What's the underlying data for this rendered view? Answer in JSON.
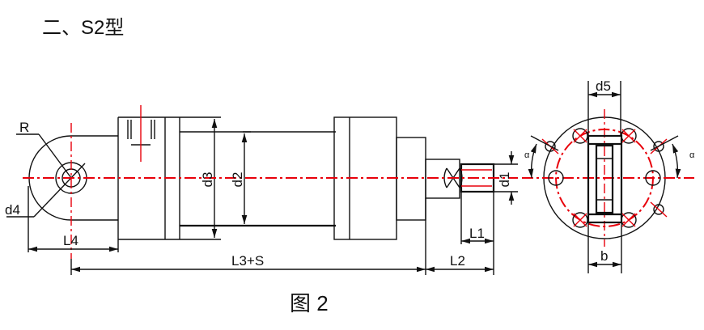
{
  "title": "二、S2型",
  "caption": "图 2",
  "dimensions": {
    "R": "R",
    "d4": "d4",
    "L4": "L4",
    "d3": "d3",
    "d2": "d2",
    "L3S": "L3+S",
    "L1": "L1",
    "L2": "L2",
    "d1": "d1",
    "d5": "d5",
    "b": "b",
    "alpha_left": "α",
    "alpha_right": "α"
  },
  "colors": {
    "line": "#111111",
    "centerline": "#e8000b"
  }
}
